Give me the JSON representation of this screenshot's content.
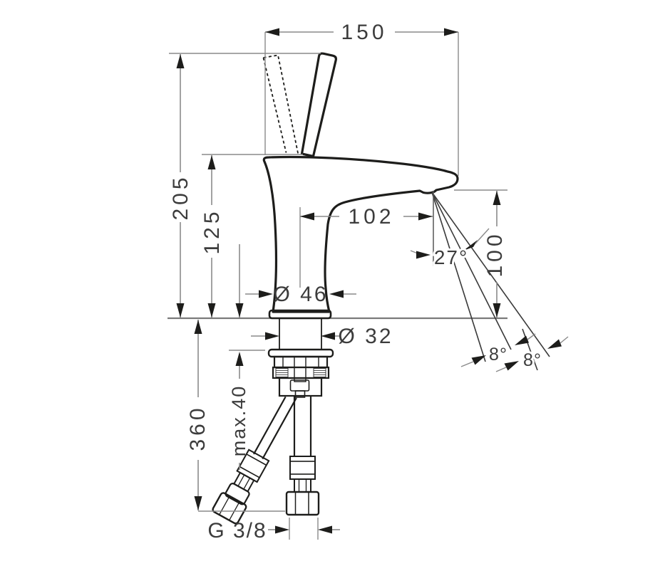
{
  "colors": {
    "ink": "#1d1d1b",
    "dimension_line": "#8a8a8a",
    "label_text": "#3c3c3c",
    "background": "#ffffff"
  },
  "labels": {
    "spout_reach": "150",
    "total_height": "205",
    "body_height": "125",
    "spout_projection": "102",
    "outlet_height": "100",
    "stream_angle": "27°",
    "base_diameter": "Ø 46",
    "shank_diameter": "Ø 32",
    "spray_angle_left": "8°",
    "spray_angle_right": "8°",
    "max_counter_thickness": "max.40",
    "hose_length": "360",
    "connection_thread": "G 3/8"
  }
}
